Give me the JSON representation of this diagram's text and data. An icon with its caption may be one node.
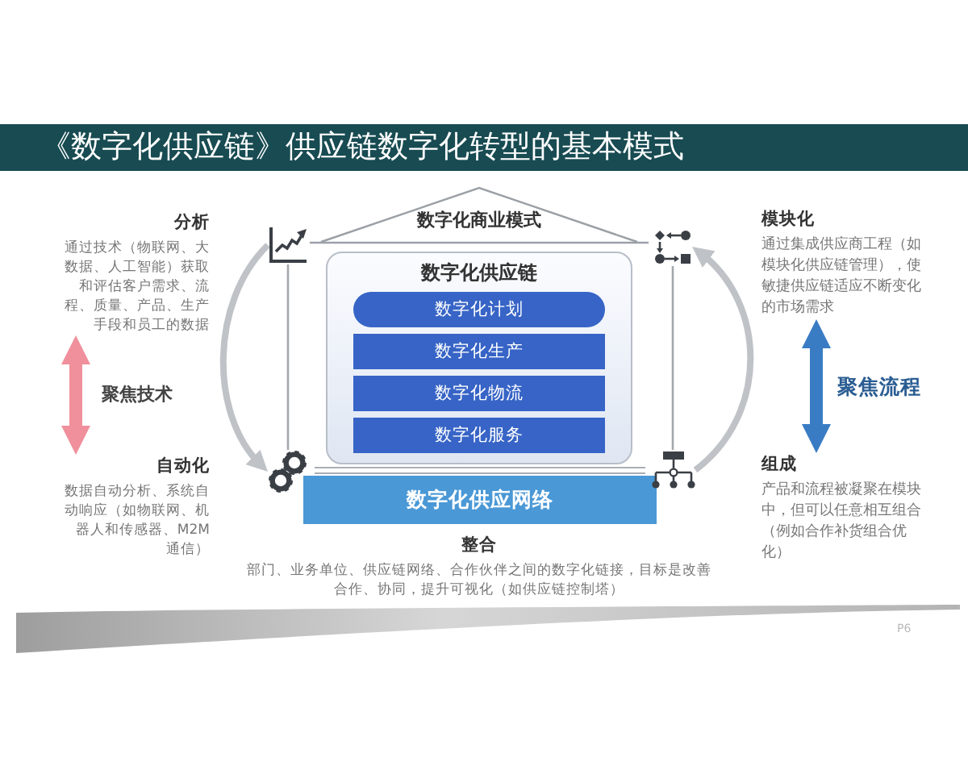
{
  "diagram": {
    "title": "《数字化供应链》供应链数字化转型的基本模式",
    "nodes": [
      {
        "text": [
          "分析",
          "通过技术（物联网、大数据、人工智能）获取和评估客户需求、流程、质量、产品、生产手段和员工的数据"
        ]
      },
      {
        "text": [
          "自动化",
          "数据自动分析、系统自动响应（如物联网、机器人和传感器、M2M通信）"
        ]
      },
      {
        "text": [],
        "shape": "picture"
      },
      {
        "text": [],
        "shape": "picture"
      },
      {
        "text": [
          "数字化商业模式"
        ]
      },
      {
        "text": [
          "数字化供应链"
        ]
      },
      {
        "text": [
          "数字化计划"
        ],
        "in": 5
      },
      {
        "text": [
          "数字化生产"
        ],
        "in": 5
      },
      {
        "text": [
          "数字化物流"
        ],
        "in": 5
      },
      {
        "text": [
          "数字化服务"
        ],
        "in": 5
      },
      {
        "text": [
          "数字化供应网络"
        ]
      },
      {
        "text": [
          "整合",
          "部门、业务单位、供应链网络、合作伙伴之间的数字化链接，目标是改善合作、协同，提升可视化（如供应链控制塔）"
        ]
      },
      {
        "text": [],
        "shape": "picture"
      },
      {
        "text": [],
        "shape": "picture"
      },
      {
        "text": [
          "模块化",
          "通过集成供应商工程（如模块化供应链管理），使敏捷供应链适应不断变化的市场需求"
        ]
      },
      {
        "text": [
          "组成",
          "产品和流程被凝聚在模块中，但可以任意相互组合（例如合作补货组合优化）"
        ]
      }
    ],
    "edges": [
      {
        "from": 0,
        "to": 1,
        "arrow": "both",
        "label": "聚焦技术",
        "style": "thick",
        "color": "#f0909c"
      },
      {
        "from": 14,
        "to": 15,
        "arrow": "both",
        "label": "聚焦流程",
        "style": "thick",
        "color": "#3a7cc4"
      },
      {
        "from": 2,
        "to": 3,
        "arrow": "to"
      },
      {
        "from": 13,
        "to": 12,
        "arrow": "to"
      },
      {
        "from": 2,
        "to": 3,
        "arrow": "none"
      },
      {
        "from": 12,
        "to": 13,
        "arrow": "none"
      }
    ],
    "labels": [
      "P6"
    ]
  }
}
